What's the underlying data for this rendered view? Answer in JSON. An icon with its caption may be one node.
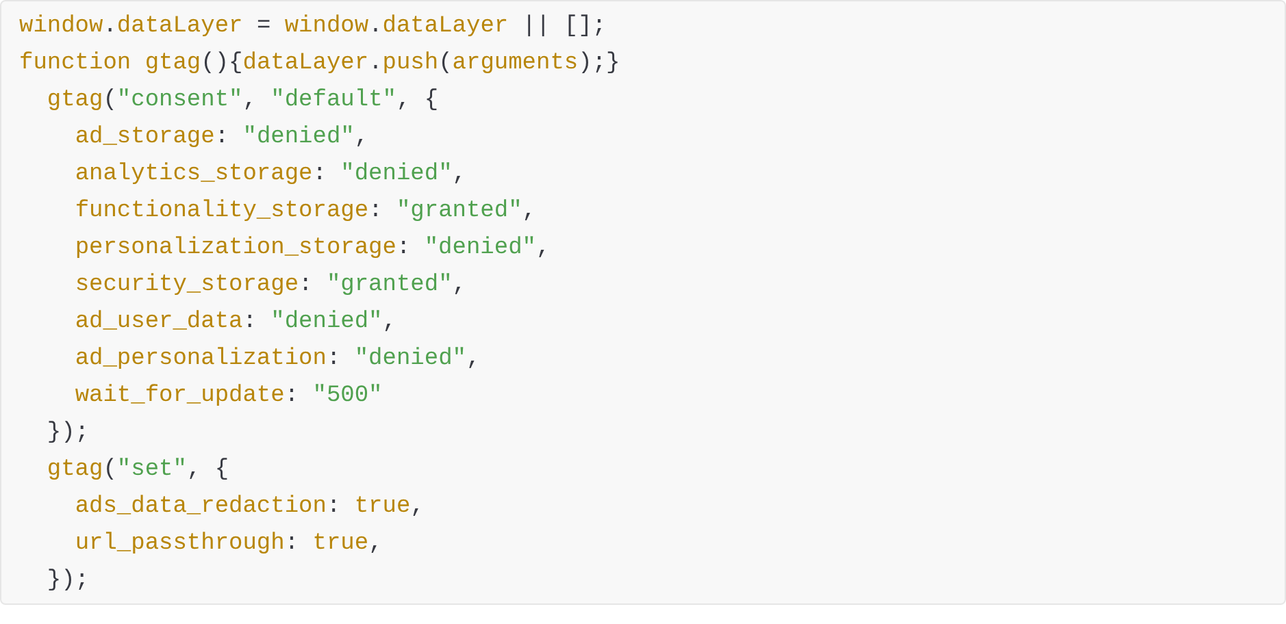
{
  "diagram": {
    "labels": [
      "window.dataLayer = window.dataLayer || [];",
      "function gtag(){dataLayer.push(arguments);}",
      "  gtag(\"consent\", \"default\", {",
      "    ad_storage: \"denied\",",
      "    analytics_storage: \"denied\",",
      "    functionality_storage: \"granted\",",
      "    personalization_storage: \"denied\",",
      "    security_storage: \"granted\",",
      "    ad_user_data: \"denied\",",
      "    ad_personalization: \"denied\",",
      "    wait_for_update: \"500\"",
      "  });",
      "  gtag(\"set\", {",
      "    ads_data_redaction: true,",
      "    url_passthrough: true,",
      "  });"
    ]
  }
}
